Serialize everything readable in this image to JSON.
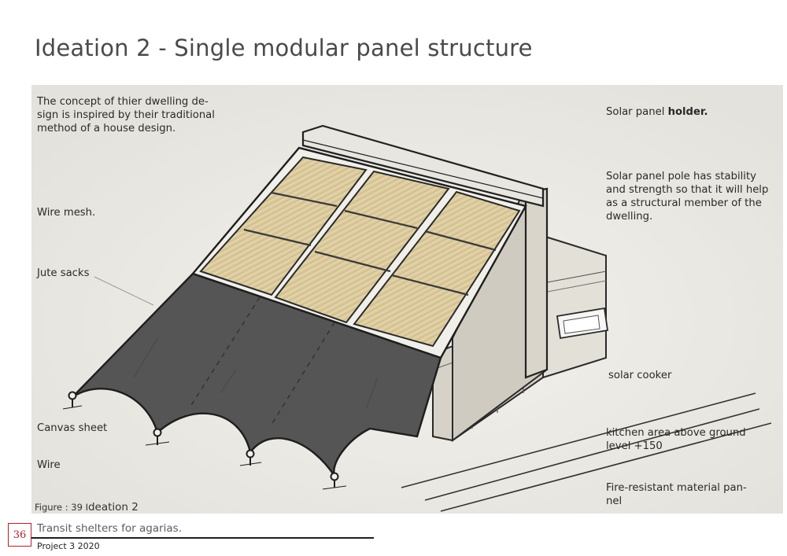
{
  "page": {
    "title": "Ideation 2 - Single modular panel structure"
  },
  "annotations": {
    "concept": "The concept of thier dwelling de- sign is inspired by their traditional method of a house design.",
    "wire_mesh": "Wire mesh.",
    "jute_sacks": "Jute sacks",
    "canvas_sheet": "Canvas sheet",
    "wire": "Wire",
    "solar_panel_holder_prefix": "Solar panel ",
    "solar_panel_holder_bold": "holder.",
    "solar_panel_pole": "Solar panel pole has stability and strength so that it will help as a structural member of the dwelling.",
    "solar_cooker": "solar cooker",
    "kitchen_area": "kitchen area above ground level +150",
    "fire_resistant": "Fire-resistant material pan- nel"
  },
  "figure": {
    "label": "Figure  : 39 I",
    "name": "deation 2"
  },
  "footer": {
    "page_number": "36",
    "document_title": "Transit shelters for agarias.",
    "project": "Project 3 2020"
  },
  "colors": {
    "canvas": "#555555",
    "jute": "#dccb9e",
    "wall": "#dedbd2",
    "accent_red": "#b1222a"
  }
}
